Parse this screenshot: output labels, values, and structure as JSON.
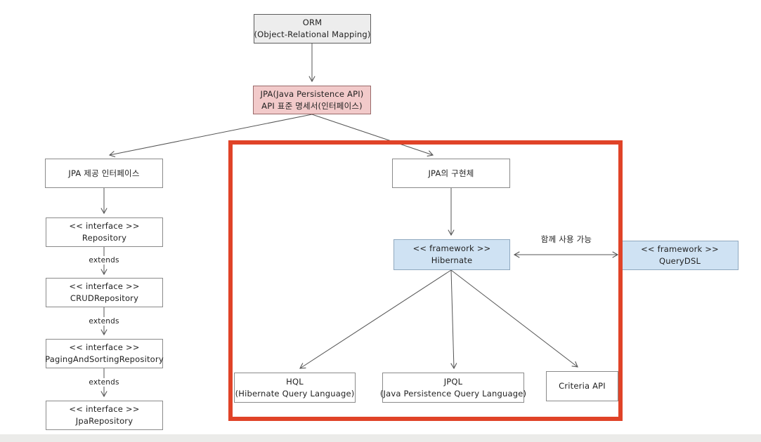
{
  "diagram": {
    "nodes": {
      "orm": {
        "line1": "ORM",
        "line2": "(Object-Relational Mapping)"
      },
      "jpa": {
        "line1": "JPA(Java Persistence API)",
        "line2": "API 표준 명세서(인터페이스)"
      },
      "jpa_interfaces": {
        "line1": "JPA 제공 인터페이스"
      },
      "repository": {
        "line1": "<< interface >>",
        "line2": "Repository"
      },
      "crud_repository": {
        "line1": "<< interface >>",
        "line2": "CRUDRepository"
      },
      "paging_repository": {
        "line1": "<< interface >>",
        "line2": "PagingAndSortingRepository"
      },
      "jpa_repository": {
        "line1": "<< interface >>",
        "line2": "JpaRepository"
      },
      "jpa_impl": {
        "line1": "JPA의 구현체"
      },
      "hibernate": {
        "line1": "<< framework >>",
        "line2": "Hibernate"
      },
      "querydsl": {
        "line1": "<< framework >>",
        "line2": "QueryDSL"
      },
      "hql": {
        "line1": "HQL",
        "line2": "(Hibernate Query Language)"
      },
      "jpql": {
        "line1": "JPQL",
        "line2": "(Java Persistence Query Language)"
      },
      "criteria_api": {
        "line1": "Criteria API"
      }
    },
    "edge_labels": {
      "extends_1": "extends",
      "extends_2": "extends",
      "extends_3": "extends",
      "together_usable": "함께 사용 가능"
    },
    "colors": {
      "node_gray_fill": "#ededed",
      "node_pink_fill": "#f2caca",
      "node_blue_fill": "#cfe2f3",
      "highlight_border": "#e04328",
      "edge_line": "#555555",
      "bottom_strip": "#ebebe9"
    }
  }
}
